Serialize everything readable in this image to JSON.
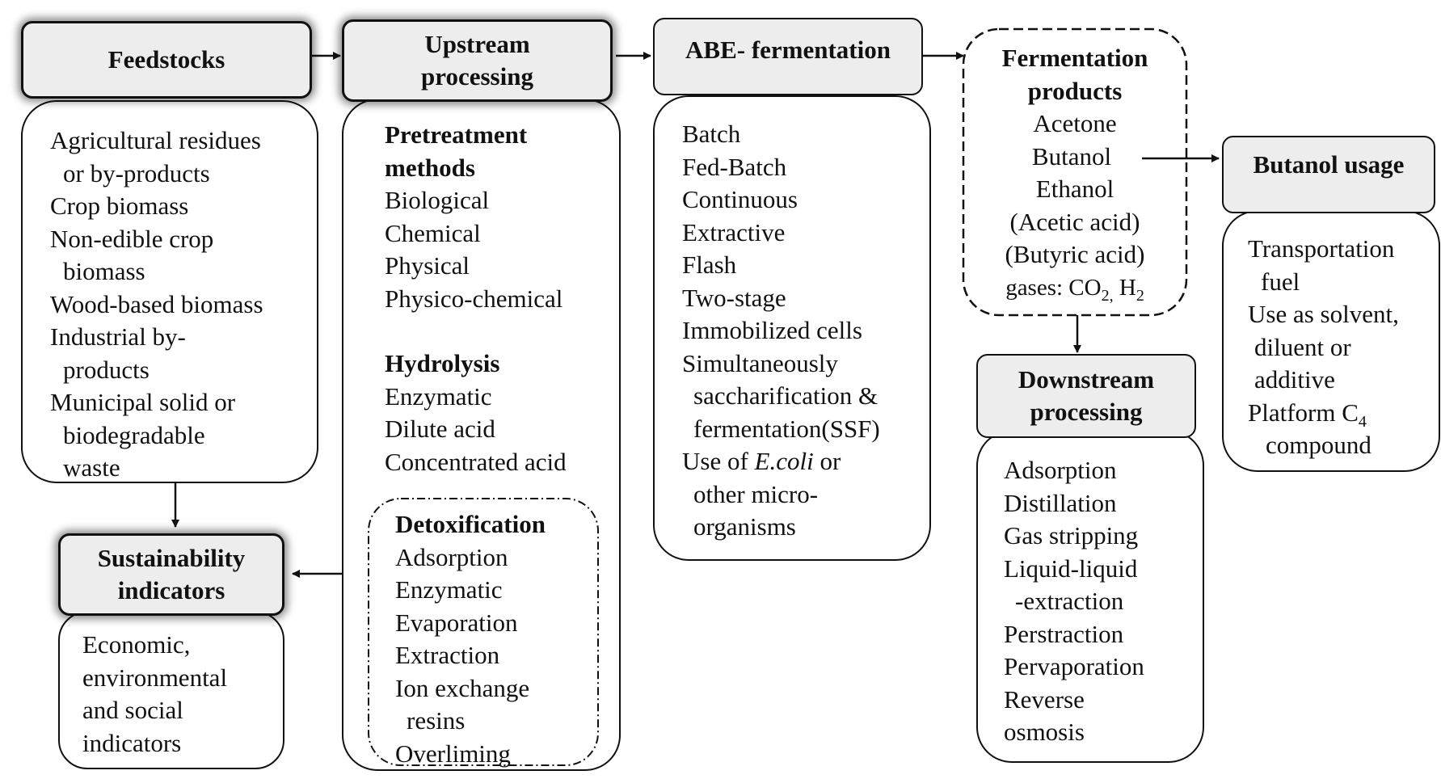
{
  "feedstocks": {
    "title": "Feedstocks",
    "items": [
      "Agricultural residues",
      "or by-products",
      "Crop biomass",
      "Non-edible crop",
      "biomass",
      "Wood-based biomass",
      "Industrial by-",
      "products",
      "Municipal solid or",
      "biodegradable",
      "waste"
    ]
  },
  "upstream": {
    "title_1": "Upstream",
    "title_2": "processing",
    "pretreatment": {
      "heading_1": "Pretreatment",
      "heading_2": "methods",
      "items": [
        "Biological",
        "Chemical",
        "Physical",
        "Physico-chemical"
      ]
    },
    "hydrolysis": {
      "heading": "Hydrolysis",
      "items": [
        "Enzymatic",
        "Dilute acid",
        "Concentrated acid"
      ]
    },
    "detox": {
      "heading": "Detoxification",
      "items": [
        "Adsorption",
        "Enzymatic",
        "Evaporation",
        "Extraction",
        "Ion exchange",
        "resins",
        "Overliming"
      ]
    }
  },
  "abe": {
    "title": "ABE- fermentation",
    "items": [
      "Batch",
      "Fed-Batch",
      "Continuous",
      "Extractive",
      "Flash",
      "Two-stage",
      "Immobilized cells",
      "Simultaneously",
      "saccharification &",
      "fermentation(SSF)"
    ],
    "ecoli_pre": "Use of",
    "ecoli_name": "E.coli",
    "ecoli_post": "or",
    "items_tail": [
      "other micro-",
      "organisms"
    ]
  },
  "products": {
    "title_1": "Fermentation",
    "title_2": "products",
    "items": [
      "Acetone",
      "Butanol",
      "Ethanol",
      "(Acetic acid)",
      "(Butyric acid)"
    ],
    "gases_label": "gases: CO",
    "co2_sub": "2,",
    "h2": "H",
    "h2_sub": "2"
  },
  "usage": {
    "title": "Butanol usage",
    "items": [
      "Transportation",
      "fuel",
      "Use as solvent,",
      "diluent or",
      "additive"
    ],
    "platform": "Platform C",
    "platform_sub": "4",
    "compound": "compound"
  },
  "downstream": {
    "title_1": "Downstream",
    "title_2": "processing",
    "items": [
      "Adsorption",
      "Distillation",
      "Gas stripping",
      "Liquid-liquid",
      "-extraction",
      "Perstraction",
      "Pervaporation",
      "Reverse",
      "osmosis"
    ]
  },
  "sustain": {
    "title_1": "Sustainability",
    "title_2": "indicators",
    "items": [
      "Economic,",
      "environmental",
      "and social",
      "indicators"
    ]
  },
  "colors": {
    "header_fill": "#ededed",
    "border": "#111111",
    "background": "#ffffff"
  }
}
